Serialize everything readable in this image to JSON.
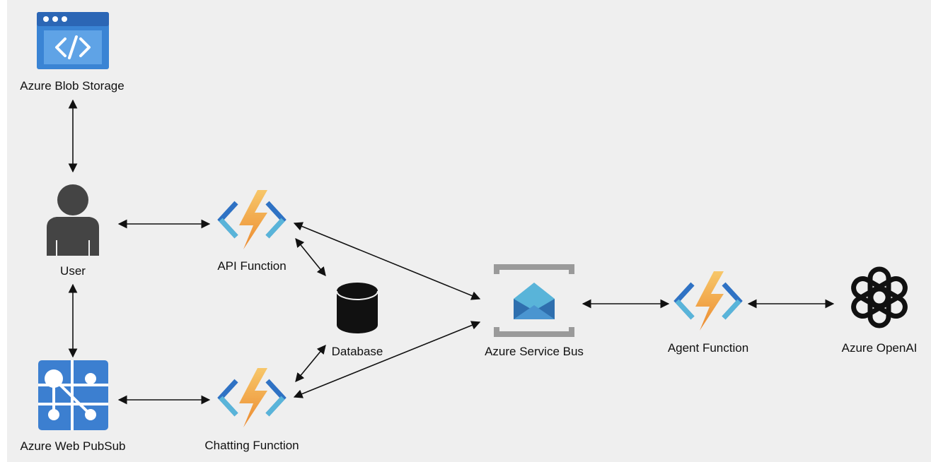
{
  "diagram": {
    "colors": {
      "background": "#efefef",
      "arrow": "#111111",
      "azure_blue": "#3c7fd0",
      "azure_blue_dark": "#2b5fa8",
      "function_bolt": "#f0a24a",
      "function_bracket_dark": "#2f72c4",
      "function_bracket_light": "#59b4d9",
      "service_bus_gray": "#9a9a9a",
      "service_bus_envelope": "#4aa3d9",
      "user_gray": "#444444",
      "database_black": "#111111"
    },
    "nodes": {
      "blob_storage": {
        "label": "Azure Blob Storage",
        "icon": "code-window-icon"
      },
      "user": {
        "label": "User",
        "icon": "user-icon"
      },
      "web_pubsub": {
        "label": "Azure Web PubSub",
        "icon": "pubsub-icon"
      },
      "api_function": {
        "label": "API Function",
        "icon": "function-icon"
      },
      "chatting_function": {
        "label": "Chatting Function",
        "icon": "function-icon"
      },
      "database": {
        "label": "Database",
        "icon": "database-icon"
      },
      "service_bus": {
        "label": "Azure Service Bus",
        "icon": "service-bus-icon"
      },
      "agent_function": {
        "label": "Agent Function",
        "icon": "function-icon"
      },
      "openai": {
        "label": "Azure OpenAI",
        "icon": "openai-icon"
      }
    },
    "edges": [
      {
        "from": "blob_storage",
        "to": "user",
        "bidirectional": true
      },
      {
        "from": "user",
        "to": "web_pubsub",
        "bidirectional": true
      },
      {
        "from": "user",
        "to": "api_function",
        "bidirectional": true
      },
      {
        "from": "web_pubsub",
        "to": "chatting_function",
        "bidirectional": true
      },
      {
        "from": "api_function",
        "to": "database",
        "bidirectional": true
      },
      {
        "from": "chatting_function",
        "to": "database",
        "bidirectional": true
      },
      {
        "from": "api_function",
        "to": "service_bus",
        "bidirectional": true
      },
      {
        "from": "chatting_function",
        "to": "service_bus",
        "bidirectional": true
      },
      {
        "from": "service_bus",
        "to": "agent_function",
        "bidirectional": true
      },
      {
        "from": "agent_function",
        "to": "openai",
        "bidirectional": true
      }
    ]
  }
}
